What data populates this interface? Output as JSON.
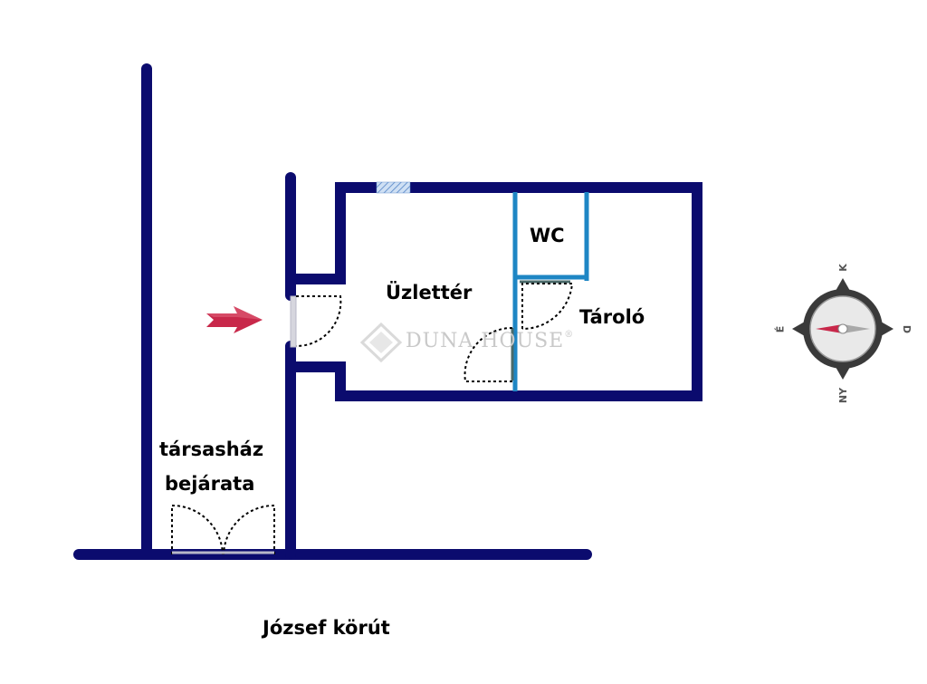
{
  "rooms": {
    "shop": "Üzlettér",
    "wc": "WC",
    "storage": "Tároló"
  },
  "entrance": {
    "line1": "társasház",
    "line2": "bejárata"
  },
  "street": "József körút",
  "watermark": "DUNA HOUSE",
  "watermark_mark": "®",
  "compass": {
    "north": "K",
    "east": "D",
    "south": "NY",
    "west": "É"
  },
  "colors": {
    "wall": "#0b0b6e",
    "partition": "#1e86c4",
    "arrow": "#c8284a",
    "window": "#8fb3e0",
    "compass_ring": "#3a3a3a"
  },
  "icons": {
    "arrow": "entrance-arrow-icon",
    "compass": "compass-icon",
    "watermark_logo": "diamond-logo-icon"
  }
}
